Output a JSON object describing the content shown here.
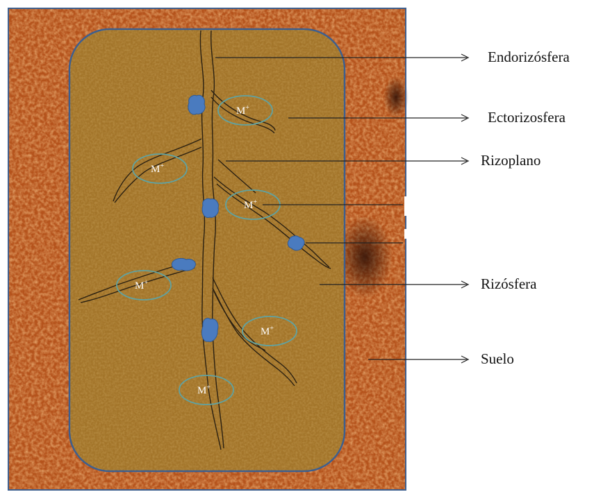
{
  "labels": {
    "endorizosfera": "Endorizósfera",
    "ectorizosfera": "Ectorizosfera",
    "rizoplano": "Rizoplano",
    "rizosfera": "Rizósfera",
    "suelo": "Suelo"
  },
  "microbe_marks": [
    {
      "base": "M",
      "sup": "+"
    },
    {
      "base": "M",
      "sup": "+"
    },
    {
      "base": "M",
      "sup": "+"
    },
    {
      "base": "M",
      "sup": "+"
    },
    {
      "base": "M",
      "sup": "+"
    },
    {
      "base": "M",
      "sup": "+"
    }
  ],
  "colors": {
    "soil": "#b5531c",
    "soil_dark": "#7a3210",
    "rhizosphere": "#a3752a",
    "rhizosphere_border": "#3d5f8f",
    "root_line": "#2a2012",
    "microbe_blue": "#4a7bbf",
    "ellipse_stroke": "#5fa3a3"
  }
}
